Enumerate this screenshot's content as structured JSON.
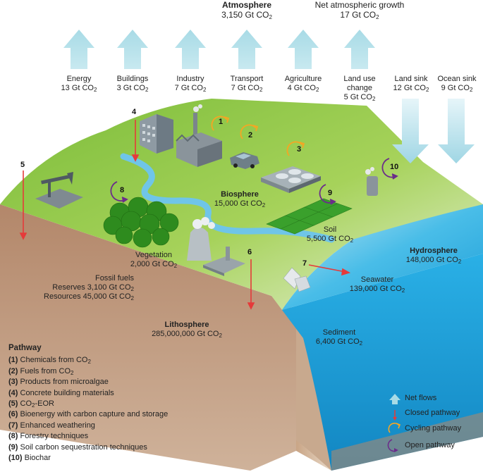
{
  "atmosphere": {
    "title": "Atmosphere",
    "value": "3,150 Gt CO",
    "sub": "2"
  },
  "net_growth": {
    "title": "Net atmospheric growth",
    "value": "17 Gt CO",
    "sub": "2"
  },
  "flows": [
    {
      "name": "Energy",
      "value": "13 Gt CO",
      "sub": "2"
    },
    {
      "name": "Buildings",
      "value": "3 Gt CO",
      "sub": "2"
    },
    {
      "name": "Industry",
      "value": "7 Gt CO",
      "sub": "2"
    },
    {
      "name": "Transport",
      "value": "7 Gt CO",
      "sub": "2"
    },
    {
      "name": "Agriculture",
      "value": "4 Gt CO",
      "sub": "2"
    },
    {
      "name": "Land use",
      "name2": "change",
      "value": "5 Gt CO",
      "sub": "2"
    },
    {
      "name": "Land sink",
      "value": "12 Gt CO",
      "sub": "2"
    },
    {
      "name": "Ocean sink",
      "value": "9 Gt CO",
      "sub": "2"
    }
  ],
  "reservoirs": {
    "biosphere": {
      "title": "Biosphere",
      "value": "15,000 Gt CO",
      "sub": "2"
    },
    "soil": {
      "title": "Soil",
      "value": "5,500 Gt CO",
      "sub": "2"
    },
    "vegetation": {
      "title": "Vegetation",
      "value": "2,000 Gt CO",
      "sub": "2"
    },
    "fossil": {
      "title": "Fossil fuels",
      "line1": "Reserves 3,100 Gt CO",
      "line2": "Resources 45,000 Gt CO",
      "sub": "2"
    },
    "lithosphere": {
      "title": "Lithosphere",
      "value": "285,000,000 Gt CO",
      "sub": "2"
    },
    "hydrosphere": {
      "title": "Hydrosphere",
      "value": "148,000 Gt CO",
      "sub": "2"
    },
    "seawater": {
      "title": "Seawater",
      "value": "139,000 Gt CO",
      "sub": "2"
    },
    "sediment": {
      "title": "Sediment",
      "value": "6,400 Gt CO",
      "sub": "2"
    }
  },
  "pathway_numbers": [
    "1",
    "2",
    "3",
    "4",
    "5",
    "6",
    "7",
    "8",
    "9",
    "10"
  ],
  "pathway": {
    "heading": "Pathway",
    "items": [
      {
        "n": "(1)",
        "text": "Chemicals from CO",
        "sub": "2",
        "after": ""
      },
      {
        "n": "(2)",
        "text": "Fuels from CO",
        "sub": "2",
        "after": ""
      },
      {
        "n": "(3)",
        "text": "Products from microalgae",
        "sub": "",
        "after": ""
      },
      {
        "n": "(4)",
        "text": "Concrete building materials",
        "sub": "",
        "after": ""
      },
      {
        "n": "(5)",
        "text": "CO",
        "sub": "2",
        "after": "-EOR"
      },
      {
        "n": "(6)",
        "text": "Bioenergy with carbon capture and storage",
        "sub": "",
        "after": ""
      },
      {
        "n": "(7)",
        "text": "Enhanced weathering",
        "sub": "",
        "after": ""
      },
      {
        "n": "(8)",
        "text": "Forestry techniques",
        "sub": "",
        "after": ""
      },
      {
        "n": "(9)",
        "text": "Soil carbon sequestration techniques",
        "sub": "",
        "after": ""
      },
      {
        "n": "(10)",
        "text": "Biochar",
        "sub": "",
        "after": ""
      }
    ]
  },
  "legend": {
    "net_flows": "Net flows",
    "closed": "Closed pathway",
    "cycling": "Cycling pathway",
    "open": "Open pathway"
  },
  "colors": {
    "flow_arrow": "#a8dbe6",
    "closed": "#e53a3a",
    "cycling": "#f5a623",
    "open": "#6b2d8a",
    "land": "#8cc63f",
    "earth": "#b08a6e",
    "ocean": "#2aa9e0"
  }
}
